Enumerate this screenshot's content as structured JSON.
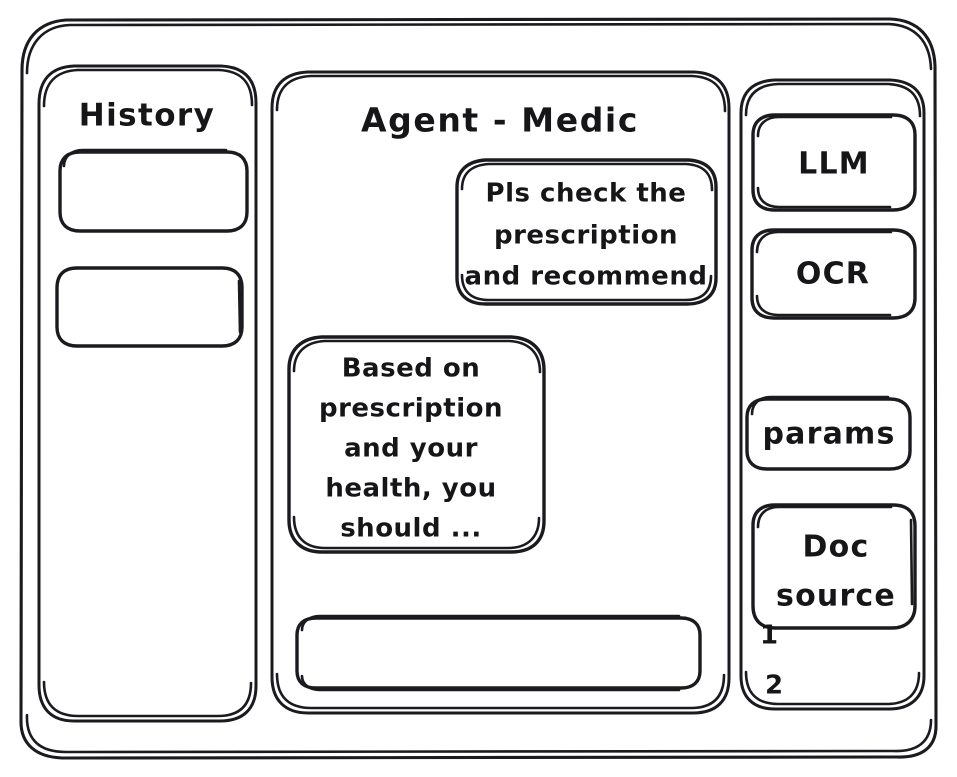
{
  "app": {
    "style": "hand-drawn-wireframe",
    "ink_color": "#1b1b1f",
    "background_color": "#ffffff"
  },
  "sidebar_left": {
    "heading": "History",
    "items": [
      {
        "label": ""
      },
      {
        "label": ""
      }
    ]
  },
  "main": {
    "title": "Agent - Medic",
    "messages": [
      {
        "role": "user",
        "align": "right",
        "lines": [
          "Pls check the",
          "prescription",
          "and recommend"
        ]
      },
      {
        "role": "agent",
        "align": "left",
        "lines": [
          "Based on",
          "prescription",
          "and your",
          "health, you",
          "should ..."
        ]
      }
    ],
    "composer": {
      "value": "",
      "placeholder": ""
    }
  },
  "sidebar_right": {
    "buttons": [
      {
        "label": "LLM"
      },
      {
        "label": "OCR"
      },
      {
        "label": "params"
      }
    ],
    "doc_source": {
      "lines": [
        "Doc",
        "source"
      ],
      "list": [
        "1",
        "2"
      ]
    }
  }
}
